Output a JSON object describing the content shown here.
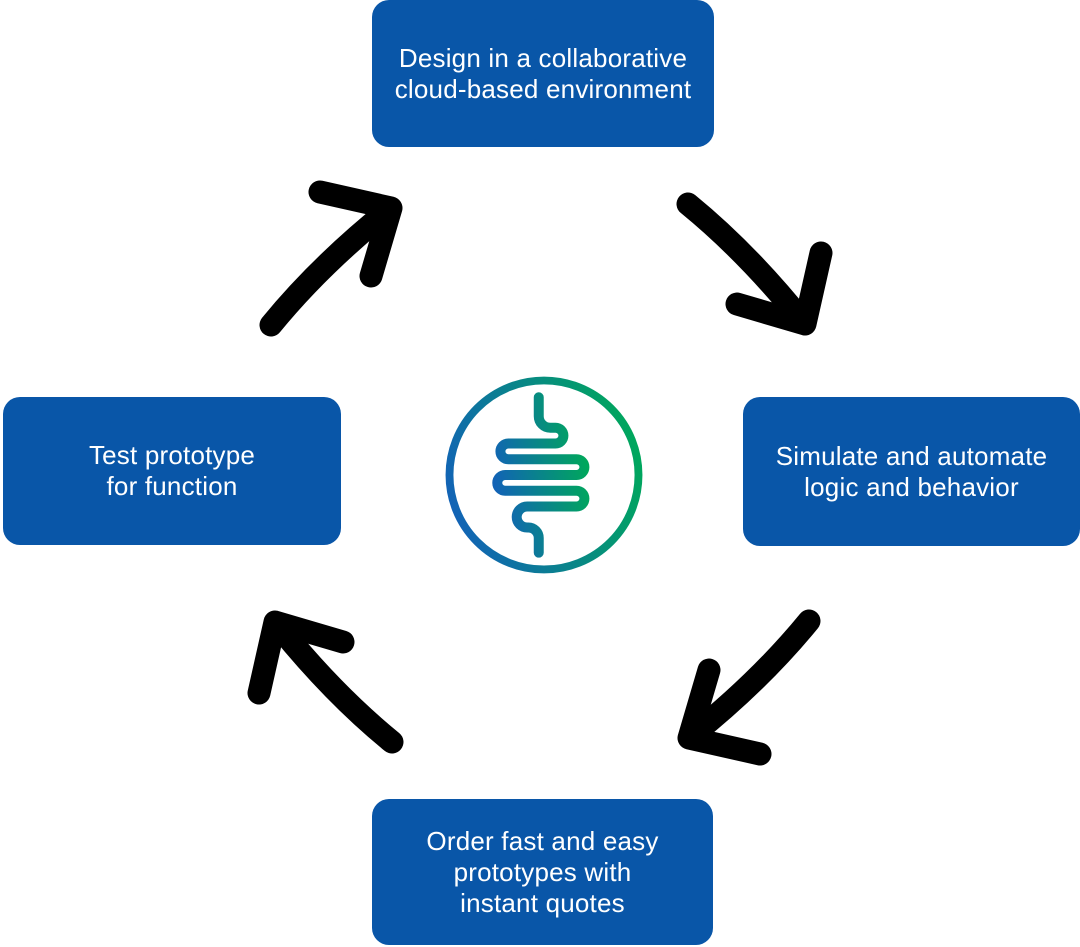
{
  "colors": {
    "background": "#FFFFFF",
    "node_bg": "#0956A8",
    "node_text": "#FFFFFF",
    "arrow": "#000000",
    "logo_blue": "#1263B6",
    "logo_green": "#00A75C"
  },
  "nodes": {
    "top": {
      "lines": [
        "Design in a collaborative",
        "cloud-based environment"
      ]
    },
    "right": {
      "lines": [
        "Simulate and automate",
        "logic and behavior"
      ]
    },
    "bottom": {
      "lines": [
        "Order fast and easy",
        "prototypes with",
        "instant quotes"
      ]
    },
    "left": {
      "lines": [
        "Test prototype",
        "for function"
      ]
    }
  },
  "icons": {
    "center_logo": "serpentine-circuit-trace-in-circle",
    "arrow_style": "curved-clockwise-cycle-arrow"
  }
}
